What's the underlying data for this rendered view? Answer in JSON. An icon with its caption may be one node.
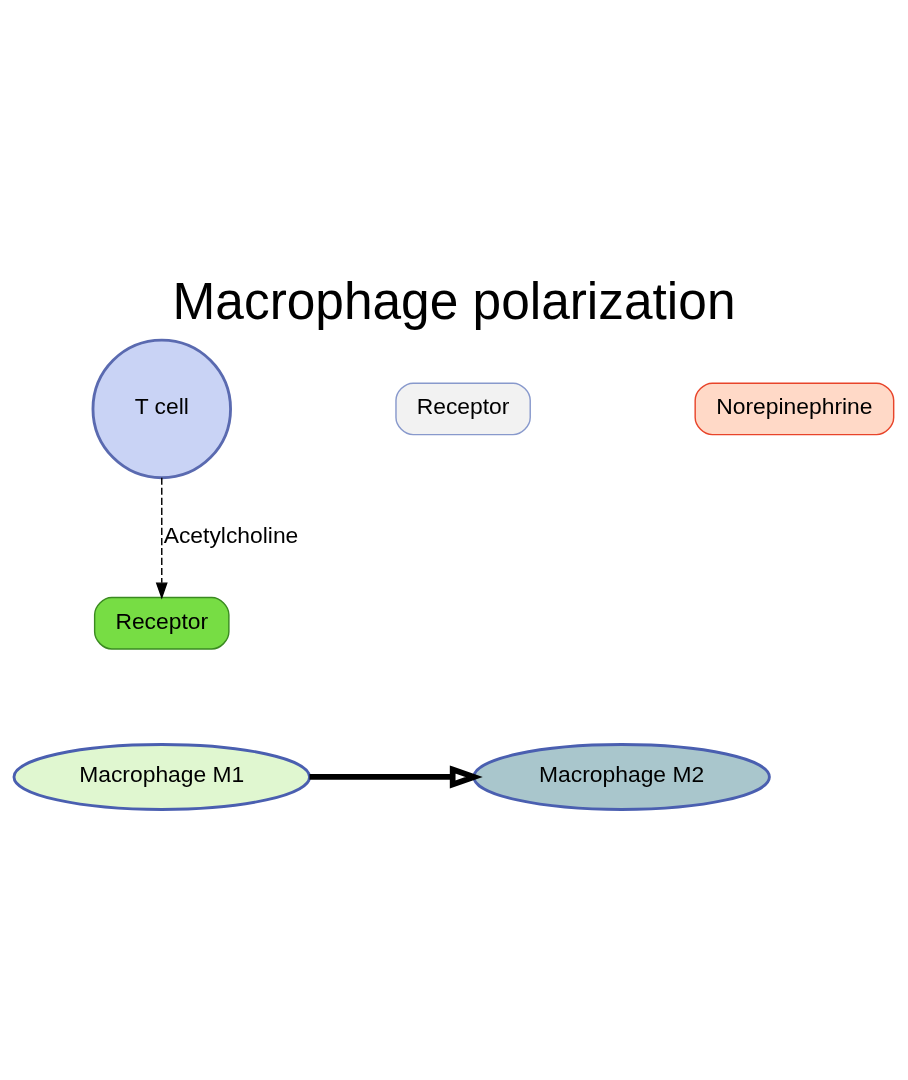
{
  "diagram": {
    "title": "Macrophage polarization",
    "nodes": [
      {
        "text": [
          "T cell"
        ]
      },
      {
        "text": [
          "Norepinephrine"
        ]
      },
      {
        "text": [
          "Receptor"
        ]
      },
      {
        "text": [
          "Receptor"
        ]
      },
      {
        "text": [
          "Macrophage M1"
        ]
      },
      {
        "text": [
          "Macrophage M2"
        ]
      }
    ],
    "edges": [
      {
        "from": 0,
        "to": 3,
        "arrow": "to",
        "label": "Acetylcholine",
        "style": "dashed"
      },
      {
        "from": 4,
        "to": 5,
        "arrow": "to",
        "style": "thick"
      }
    ]
  }
}
